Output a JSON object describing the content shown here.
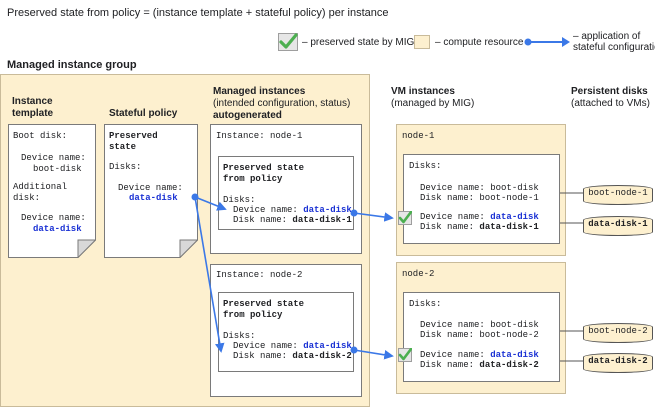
{
  "title": "Preserved state from policy = (instance template + stateful policy) per instance",
  "legend": {
    "preserved": "– preserved state by MIG",
    "compute": "– compute resource",
    "stateful_line1": "– application of",
    "stateful_line2": "stateful configuration"
  },
  "mig": {
    "label": "Managed instance group"
  },
  "columns": {
    "template_line1": "Instance",
    "template_line2": "template",
    "policy": "Stateful policy",
    "managed_line1": "Managed instances",
    "managed_line2": "(intended configuration, status)",
    "managed_line3": "autogenerated",
    "vm_line1": "VM instances",
    "vm_line2": "(managed by MIG)",
    "disks_line1": "Persistent disks",
    "disks_line2": "(attached to VMs)"
  },
  "template_doc": {
    "boot_disk": "Boot disk:",
    "device_name": "Device name:",
    "boot_value": "boot-disk",
    "additional_1": "Additional",
    "additional_2": "disk:",
    "device_name_2": "Device name:",
    "data_value": "data-disk"
  },
  "policy_doc": {
    "preserved_1": "Preserved",
    "preserved_2": "state",
    "disks": "Disks:",
    "device_name": "Device name:",
    "data_value": "data-disk"
  },
  "managed": [
    {
      "instance": "Instance: node-1",
      "ps_1": "Preserved state",
      "ps_2": "from policy",
      "disks": "Disks:",
      "device_label": "Device name: ",
      "device_value": "data-disk",
      "disk_label": "Disk name: ",
      "disk_value": "data-disk-1"
    },
    {
      "instance": "Instance: node-2",
      "ps_1": "Preserved state",
      "ps_2": "from policy",
      "disks": "Disks:",
      "device_label": "Device name: ",
      "device_value": "data-disk",
      "disk_label": "Disk name: ",
      "disk_value": "data-disk-2"
    }
  ],
  "vms": [
    {
      "name": "node-1",
      "disks": "Disks:",
      "boot_device": "Device name: boot-disk",
      "boot_disk": "Disk name: boot-node-1",
      "device_label": "Device name: ",
      "device_value": "data-disk",
      "disk_label": "Disk name: ",
      "disk_value": "data-disk-1"
    },
    {
      "name": "node-2",
      "disks": "Disks:",
      "boot_device": "Device name: boot-disk",
      "boot_disk": "Disk name: boot-node-2",
      "device_label": "Device name: ",
      "device_value": "data-disk",
      "disk_label": "Disk name: ",
      "disk_value": "data-disk-2"
    }
  ],
  "pds": [
    "boot-node-1",
    "data-disk-1",
    "boot-node-2",
    "data-disk-2"
  ],
  "colors": {
    "cream": "#fdf0cf",
    "arrow_blue": "#3b78e7",
    "check_green": "#4caf50",
    "value_blue": "#1a31d4"
  }
}
